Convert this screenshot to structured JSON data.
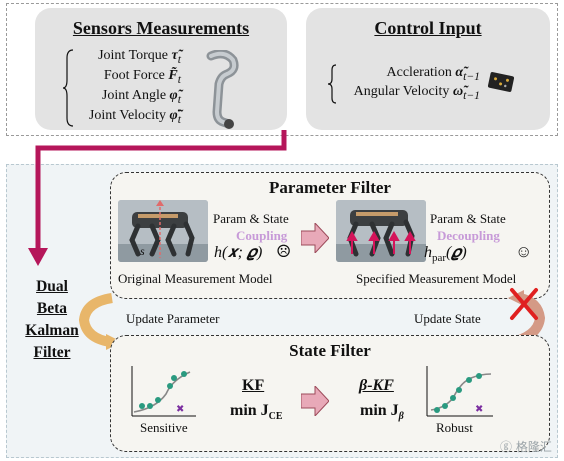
{
  "sensors": {
    "title": "Sensors Measurements",
    "items": [
      {
        "label": "Joint Torque",
        "symbol": "τ̃",
        "sub": "t"
      },
      {
        "label": "Foot Force",
        "symbol": "F̃",
        "sub": "t"
      },
      {
        "label": "Joint Angle",
        "symbol": "φ̃",
        "sub": "t"
      },
      {
        "label": "Joint Velocity",
        "symbol": "φ̃̇",
        "sub": "t"
      }
    ]
  },
  "control": {
    "title": "Control Input",
    "items": [
      {
        "label": "Accleration",
        "symbol": "α̃",
        "sub": "t−1"
      },
      {
        "label": "Angular Velocity",
        "symbol": "ω̃",
        "sub": "t−1"
      }
    ]
  },
  "dbkf_lines": [
    "Dual",
    "Beta",
    "Kalman",
    "Filter"
  ],
  "parameter_filter": {
    "title": "Parameter Filter",
    "left": {
      "line1": "Param & State",
      "tag": "Coupling",
      "fn": "h(𝒙; 𝝔)",
      "caption": "Original Measurement Model",
      "robot_label": "s"
    },
    "right": {
      "line1": "Param & State",
      "tag": "Decoupling",
      "fn": "h",
      "fn_sub": "par",
      "fn_arg": "(𝝔)",
      "caption": "Specified Measurement Model"
    },
    "tag_color": "#c79ad8"
  },
  "loop": {
    "update_parameter": "Update Parameter",
    "update_state": "Update State"
  },
  "state_filter": {
    "title": "State Filter",
    "left_method": "KF",
    "left_obj": "min J",
    "left_obj_sub": "CE",
    "right_method": "β-KF",
    "right_obj": "min J",
    "right_obj_sub": "β",
    "sensitive_label": "Sensitive",
    "robust_label": "Robust"
  },
  "watermark": "格隆汇",
  "colors": {
    "magenta": "#b5165a",
    "arrow_pink": "#e8a9b8",
    "orange": "#e8b66a",
    "red_x": "#e02020",
    "teal": "#2a9a80",
    "purple": "#7b2fa0"
  }
}
